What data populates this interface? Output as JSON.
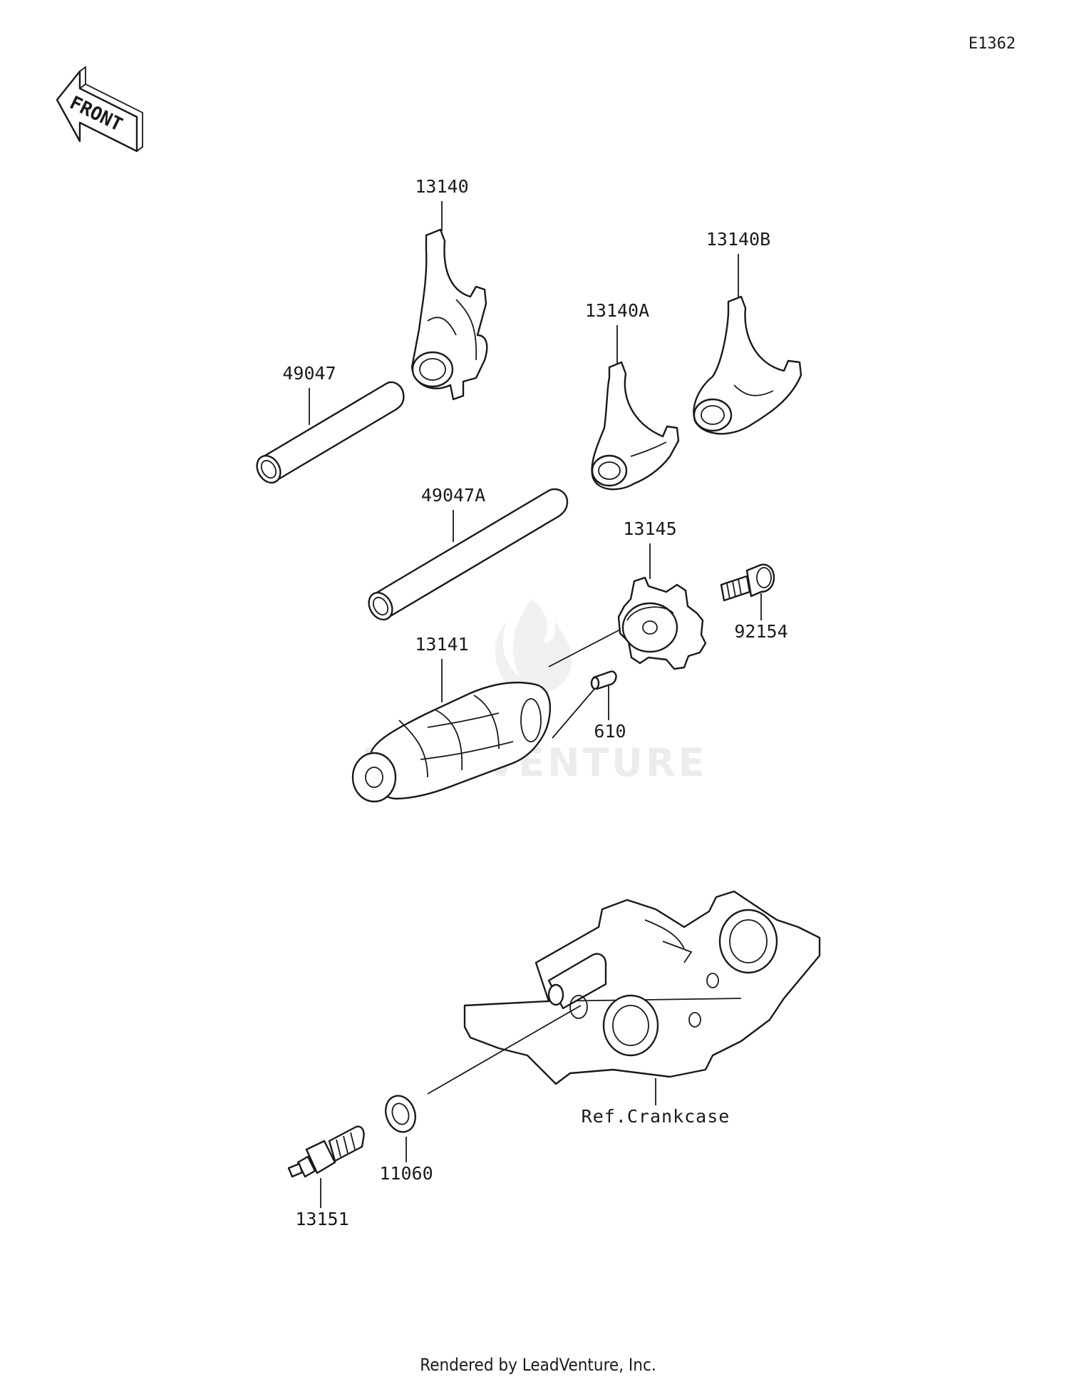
{
  "diagram_id": "E1362",
  "front_arrow": {
    "label": "FRONT",
    "icon": "front-arrow-icon"
  },
  "watermark": {
    "text": "LEADVENTURE",
    "icon": "flame-logo-icon"
  },
  "parts": [
    {
      "number": "13140"
    },
    {
      "number": "13140B"
    },
    {
      "number": "13140A"
    },
    {
      "number": "49047"
    },
    {
      "number": "49047A"
    },
    {
      "number": "13145"
    },
    {
      "number": "92154"
    },
    {
      "number": "13141"
    },
    {
      "number": "610"
    },
    {
      "number": "11060"
    },
    {
      "number": "13151"
    }
  ],
  "reference": {
    "label": "Ref.Crankcase"
  },
  "footer": {
    "text": "Rendered by LeadVenture, Inc."
  }
}
